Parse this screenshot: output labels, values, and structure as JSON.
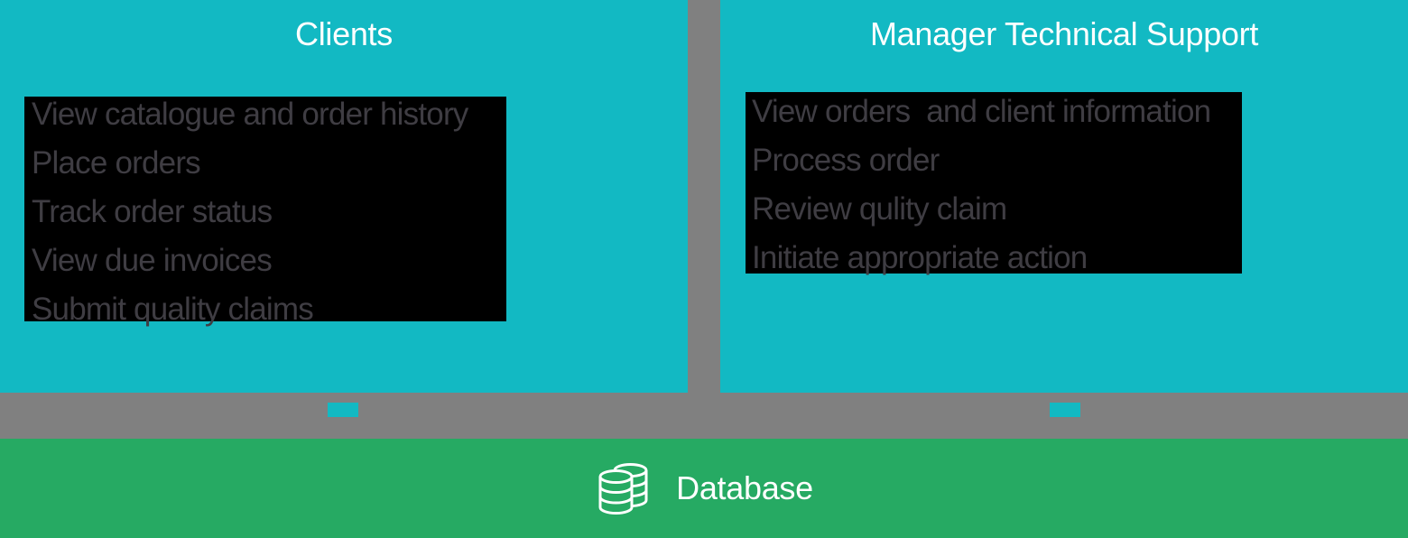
{
  "left_screen": {
    "title": "Clients",
    "items": [
      "View catalogue and order history",
      "Place orders",
      "Track order status",
      "View due invoices",
      "Submit quality claims"
    ]
  },
  "right_screen": {
    "title": "Manager Technical Support",
    "items": [
      "View orders  and client information",
      "Process order",
      "Review qulity claim",
      "Initiate appropriate action"
    ]
  },
  "database": {
    "label": "Database",
    "icon": "database-icon"
  },
  "colors": {
    "teal": "#12b9c3",
    "gray": "#808080",
    "green": "#26aa63",
    "box_bg": "#000000",
    "box_text": "#3f3d43",
    "title_text": "#ffffff"
  }
}
